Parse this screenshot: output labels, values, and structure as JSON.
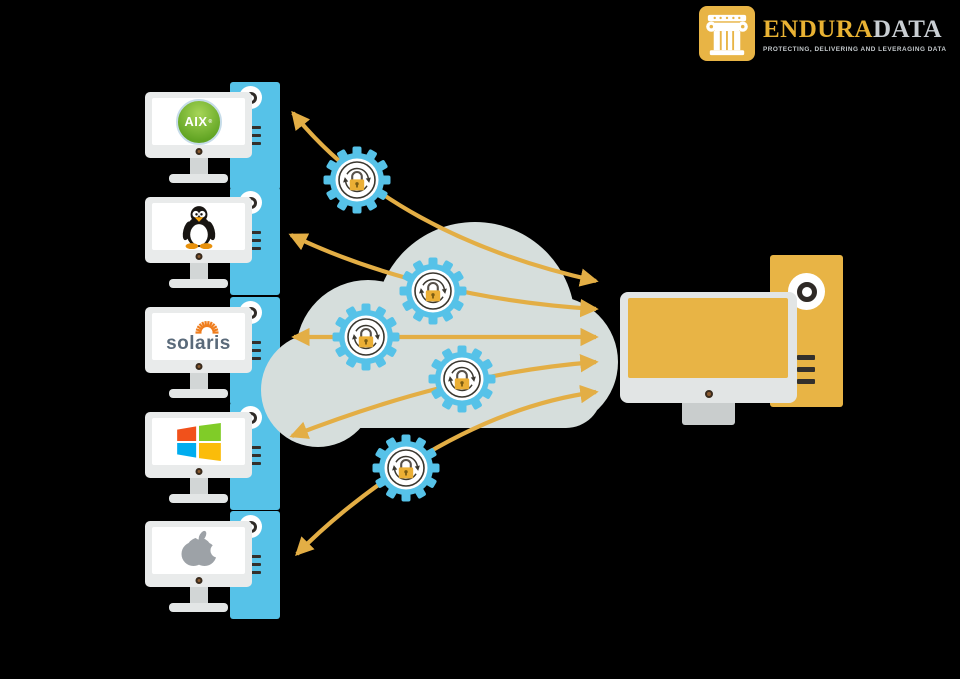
{
  "brand": {
    "wordmark_primary": "ENDURA",
    "wordmark_secondary": "DATA",
    "tagline": "PROTECTING, DELIVERING AND LEVERAGING DATA",
    "icon": "roman-column-icon"
  },
  "computers": [
    {
      "os": "aix",
      "icon": "aix-sphere-logo",
      "screen_text": "AIX",
      "registered": "®"
    },
    {
      "os": "linux",
      "icon": "tux-penguin-icon",
      "screen_text": ""
    },
    {
      "os": "solaris",
      "icon": "solaris-sunburst-logo",
      "screen_text": "solaris"
    },
    {
      "os": "windows",
      "icon": "windows-flag-icon",
      "screen_text": ""
    },
    {
      "os": "apple",
      "icon": "apple-logo-icon",
      "screen_text": ""
    }
  ],
  "destination": {
    "icon": "enduradata-server-computer"
  },
  "cloud": {
    "icon": "cloud-shape"
  },
  "badges": {
    "icon": "padlock-sync-gear-icon",
    "count": 5
  },
  "arrows": {
    "count": 5,
    "bidirectional": true
  },
  "colors": {
    "gold": "#E8B445",
    "lock_gold": "#EBAF35",
    "arrow": "#E3AE45",
    "blue": "#56C2E8",
    "cloud": "#D6DEDC",
    "frame": "#E9EBEB",
    "frame2": "#E2E5E5",
    "stand": "#D2D6D6",
    "foot": "#E3E6E6",
    "vent": "#33302C",
    "ring": "#2F2A26",
    "camera": "#3A2B1D",
    "badge_dark": "#3A372F",
    "logo_gold": "#E9B233",
    "logo_gray": "#C9CED3",
    "tagline": "#C4C9CC",
    "solaris_text": "#5A6A7A",
    "solaris_orange": "#EF7D1D",
    "aix_g1": "#A6D557",
    "aix_g2": "#61A423",
    "aix_ring": "#C6DCE9",
    "win1": "#F1511B",
    "win2": "#80CC28",
    "win3": "#00ADEF",
    "win4": "#FBBC09",
    "tux_black": "#181512",
    "tux_orange": "#F6A40F",
    "tux_feet": "#E8910C",
    "apple_gray": "#9DA2A7"
  }
}
